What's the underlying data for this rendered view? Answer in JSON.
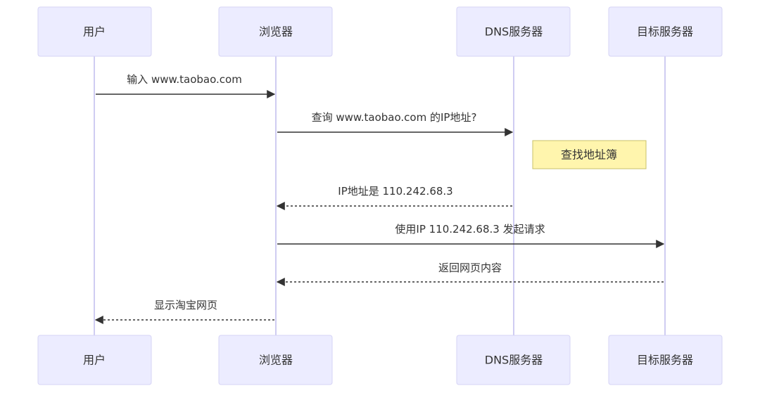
{
  "actors": [
    {
      "id": "user",
      "label": "用户"
    },
    {
      "id": "browser",
      "label": "浏览器"
    },
    {
      "id": "dns",
      "label": "DNS服务器"
    },
    {
      "id": "target",
      "label": "目标服务器"
    }
  ],
  "messages": [
    {
      "label": "输入 www.taobao.com",
      "from": "user",
      "to": "browser",
      "style": "solid"
    },
    {
      "label": "查询 www.taobao.com 的IP地址?",
      "from": "browser",
      "to": "dns",
      "style": "solid"
    },
    {
      "label": "IP地址是 110.242.68.3",
      "from": "dns",
      "to": "browser",
      "style": "dashed"
    },
    {
      "label": "使用IP 110.242.68.3 发起请求",
      "from": "browser",
      "to": "target",
      "style": "solid"
    },
    {
      "label": "返回网页内容",
      "from": "target",
      "to": "browser",
      "style": "dashed"
    },
    {
      "label": "显示淘宝网页",
      "from": "browser",
      "to": "user",
      "style": "dashed"
    }
  ],
  "note": {
    "label": "查找地址簿",
    "over": "dns"
  }
}
